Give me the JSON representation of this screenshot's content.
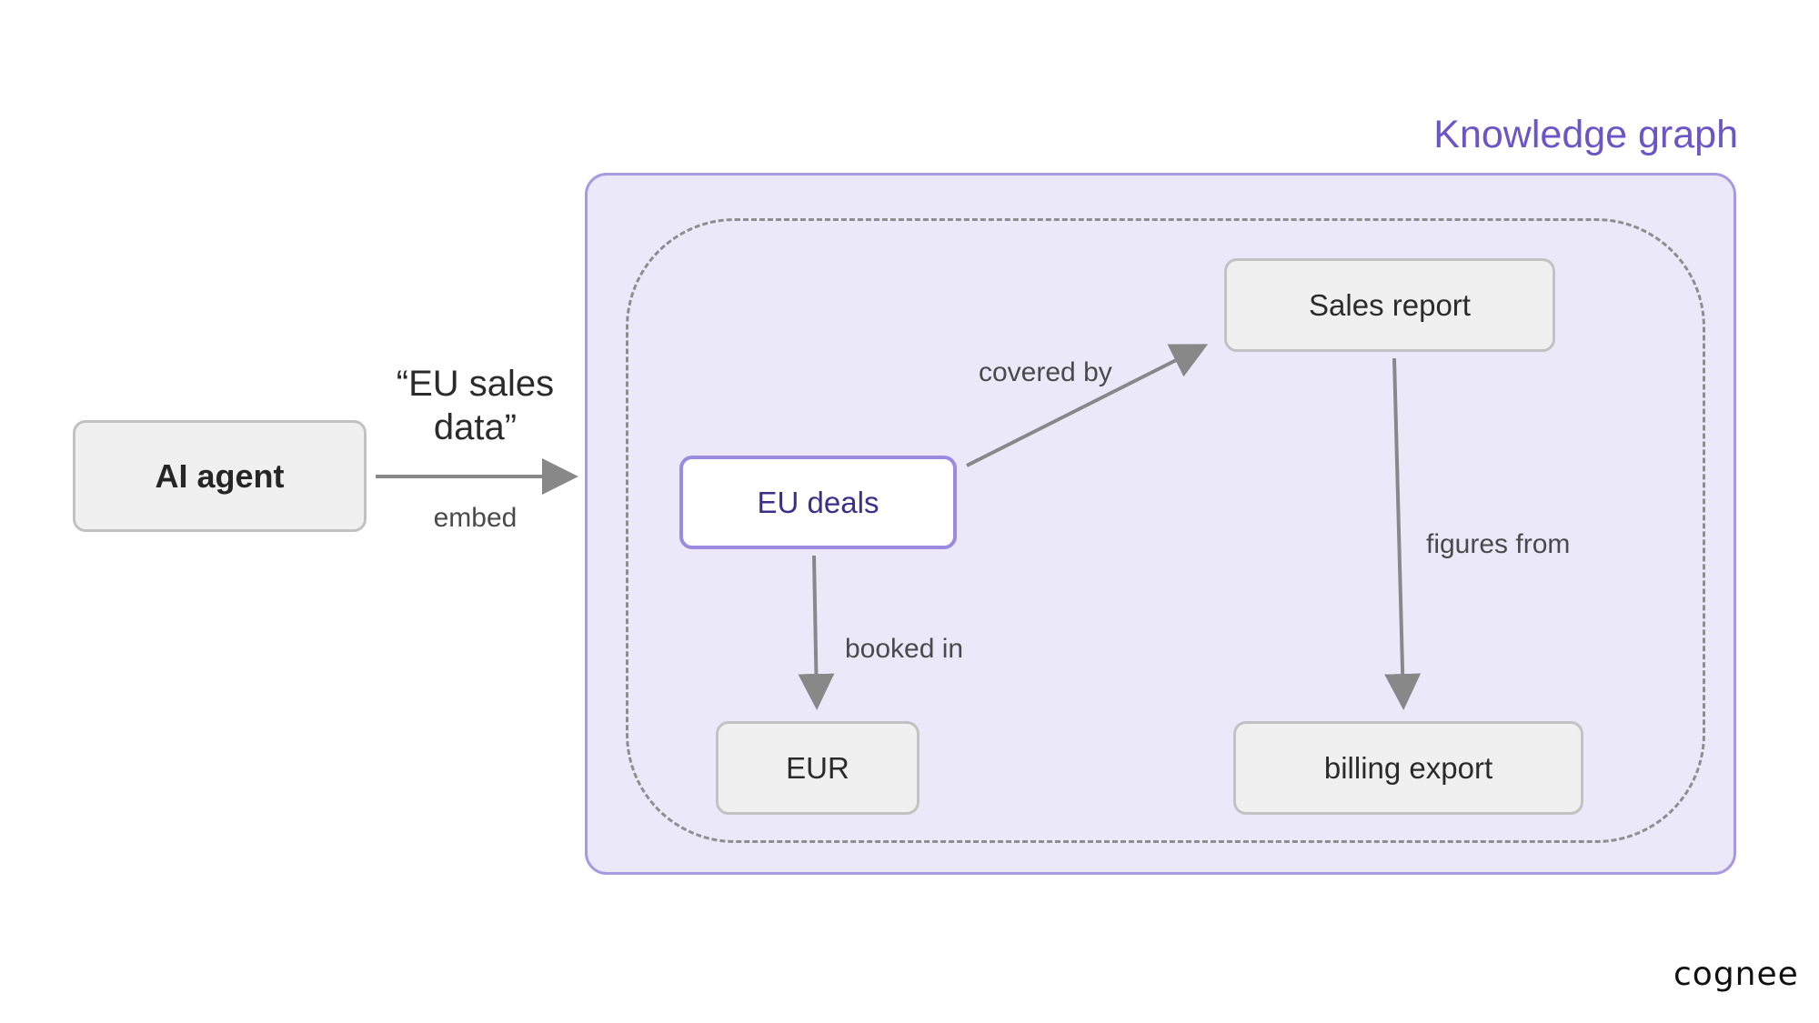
{
  "title": "Knowledge graph",
  "agent": {
    "label": "AI agent"
  },
  "query": {
    "text": "“EU sales data”",
    "edge_label": "embed"
  },
  "nodes": {
    "eu_deals": "EU deals",
    "sales_report": "Sales report",
    "eur": "EUR",
    "billing_export": "billing export"
  },
  "edges": {
    "covered_by": "covered by",
    "booked_in": "booked in",
    "figures_from": "figures from"
  },
  "brand": "cognee",
  "colors": {
    "accent": "#6a56c6",
    "panel_fill": "#ebe8fa",
    "panel_border": "#a89ae0",
    "node_fill": "#f0f0f0",
    "highlight_node_border": "#9a8be0",
    "arrow": "#888888"
  }
}
